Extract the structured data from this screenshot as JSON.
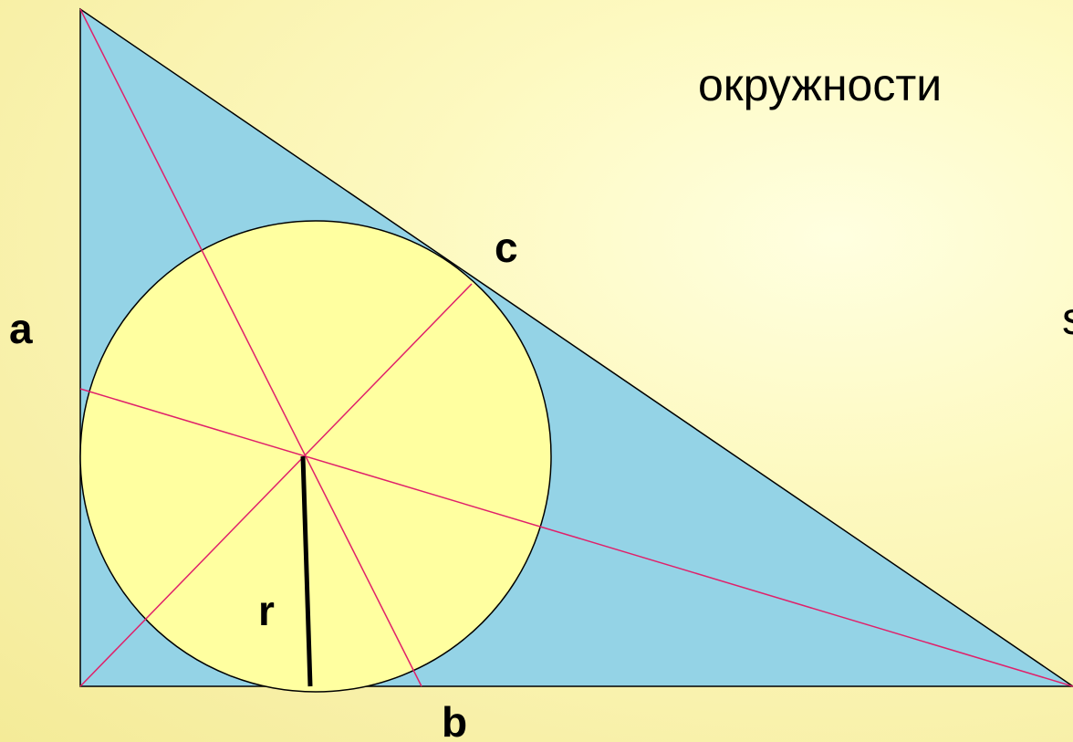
{
  "heading": "окружности",
  "edge_glyph": "s",
  "labels": {
    "side_a": "a",
    "side_b": "b",
    "side_c": "c",
    "radius": "r"
  },
  "colors": {
    "triangle_fill": "#94d3e6",
    "circle_fill": "#ffffa0",
    "bisector": "#e0206a",
    "outline": "#000000"
  }
}
